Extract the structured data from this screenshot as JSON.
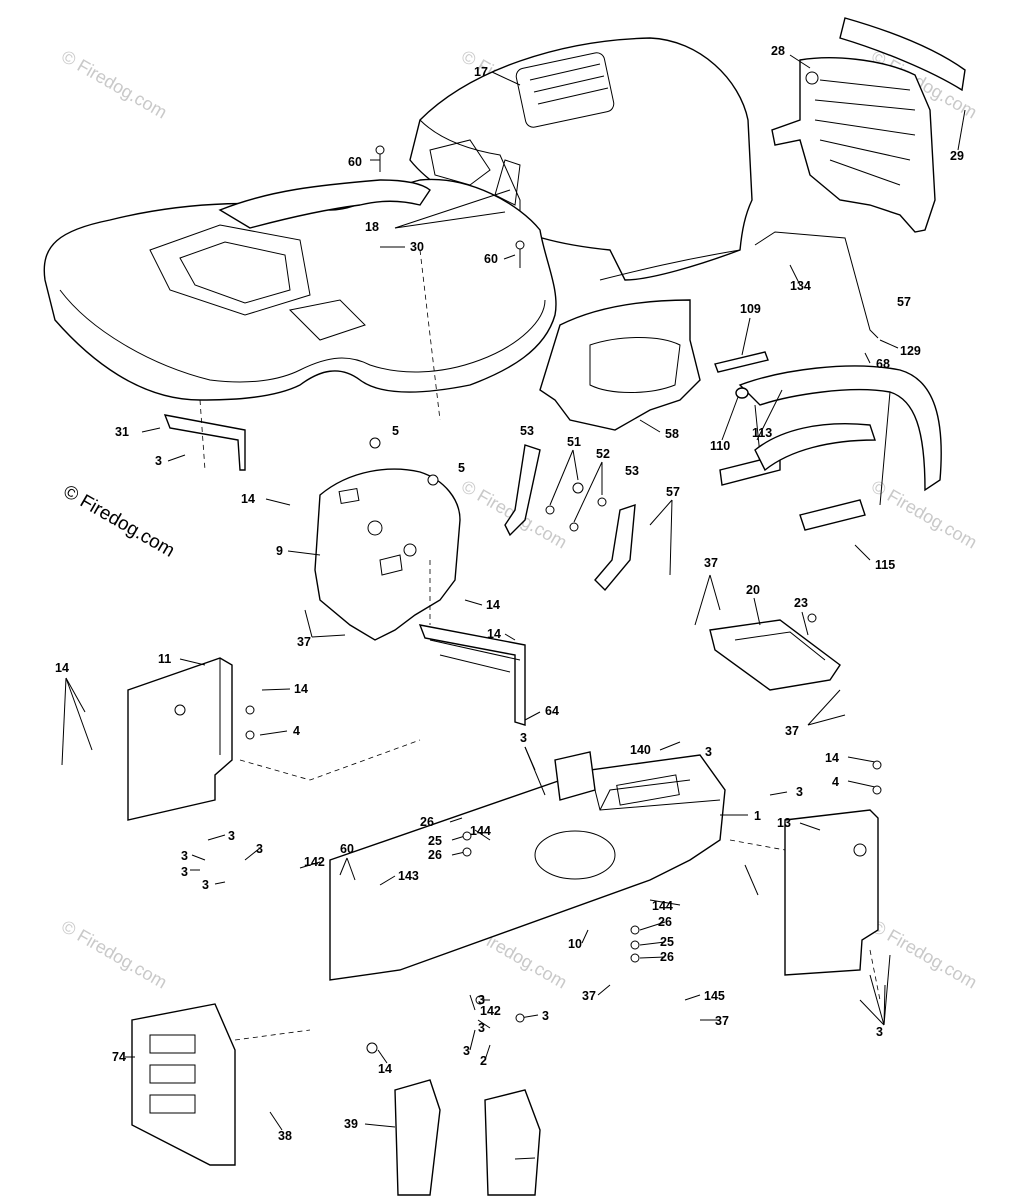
{
  "watermark": {
    "text": "© Firedog.com"
  },
  "callouts": [
    {
      "id": "17",
      "label": "17"
    },
    {
      "id": "28",
      "label": "28"
    },
    {
      "id": "29",
      "label": "29"
    },
    {
      "id": "60a",
      "label": "60"
    },
    {
      "id": "18",
      "label": "18"
    },
    {
      "id": "60b",
      "label": "60"
    },
    {
      "id": "30",
      "label": "30"
    },
    {
      "id": "134",
      "label": "134"
    },
    {
      "id": "109",
      "label": "109"
    },
    {
      "id": "57a",
      "label": "57"
    },
    {
      "id": "129",
      "label": "129"
    },
    {
      "id": "68",
      "label": "68"
    },
    {
      "id": "110",
      "label": "110"
    },
    {
      "id": "113",
      "label": "113"
    },
    {
      "id": "58",
      "label": "58"
    },
    {
      "id": "31",
      "label": "31"
    },
    {
      "id": "3a",
      "label": "3"
    },
    {
      "id": "5a",
      "label": "5"
    },
    {
      "id": "5b",
      "label": "5"
    },
    {
      "id": "53a",
      "label": "53"
    },
    {
      "id": "51",
      "label": "51"
    },
    {
      "id": "52",
      "label": "52"
    },
    {
      "id": "53b",
      "label": "53"
    },
    {
      "id": "57b",
      "label": "57"
    },
    {
      "id": "14a",
      "label": "14"
    },
    {
      "id": "9",
      "label": "9"
    },
    {
      "id": "115",
      "label": "115"
    },
    {
      "id": "14b",
      "label": "14"
    },
    {
      "id": "37a",
      "label": "37"
    },
    {
      "id": "37b",
      "label": "37"
    },
    {
      "id": "20",
      "label": "20"
    },
    {
      "id": "23",
      "label": "23"
    },
    {
      "id": "14c",
      "label": "14"
    },
    {
      "id": "11",
      "label": "11"
    },
    {
      "id": "14d",
      "label": "14"
    },
    {
      "id": "14e",
      "label": "14"
    },
    {
      "id": "4a",
      "label": "4"
    },
    {
      "id": "64",
      "label": "64"
    },
    {
      "id": "37c",
      "label": "37"
    },
    {
      "id": "3b",
      "label": "3"
    },
    {
      "id": "140",
      "label": "140"
    },
    {
      "id": "3c",
      "label": "3"
    },
    {
      "id": "14f",
      "label": "14"
    },
    {
      "id": "4b",
      "label": "4"
    },
    {
      "id": "3d",
      "label": "3"
    },
    {
      "id": "1",
      "label": "1"
    },
    {
      "id": "13",
      "label": "13"
    },
    {
      "id": "26a",
      "label": "26"
    },
    {
      "id": "144a",
      "label": "144"
    },
    {
      "id": "25a",
      "label": "25"
    },
    {
      "id": "26b",
      "label": "26"
    },
    {
      "id": "3e",
      "label": "3"
    },
    {
      "id": "3f",
      "label": "3"
    },
    {
      "id": "60c",
      "label": "60"
    },
    {
      "id": "142a",
      "label": "142"
    },
    {
      "id": "3g",
      "label": "3"
    },
    {
      "id": "3h",
      "label": "3"
    },
    {
      "id": "143",
      "label": "143"
    },
    {
      "id": "3i",
      "label": "3"
    },
    {
      "id": "144b",
      "label": "144"
    },
    {
      "id": "26c",
      "label": "26"
    },
    {
      "id": "10",
      "label": "10"
    },
    {
      "id": "25b",
      "label": "25"
    },
    {
      "id": "26d",
      "label": "26"
    },
    {
      "id": "37d",
      "label": "37"
    },
    {
      "id": "145",
      "label": "145"
    },
    {
      "id": "142b",
      "label": "142"
    },
    {
      "id": "3j",
      "label": "3"
    },
    {
      "id": "3k",
      "label": "3"
    },
    {
      "id": "37e",
      "label": "37"
    },
    {
      "id": "3l",
      "label": "3"
    },
    {
      "id": "3m",
      "label": "3"
    },
    {
      "id": "2",
      "label": "2"
    },
    {
      "id": "74",
      "label": "74"
    },
    {
      "id": "14g",
      "label": "14"
    },
    {
      "id": "3n",
      "label": "3"
    },
    {
      "id": "38",
      "label": "38"
    },
    {
      "id": "39",
      "label": "39"
    }
  ]
}
